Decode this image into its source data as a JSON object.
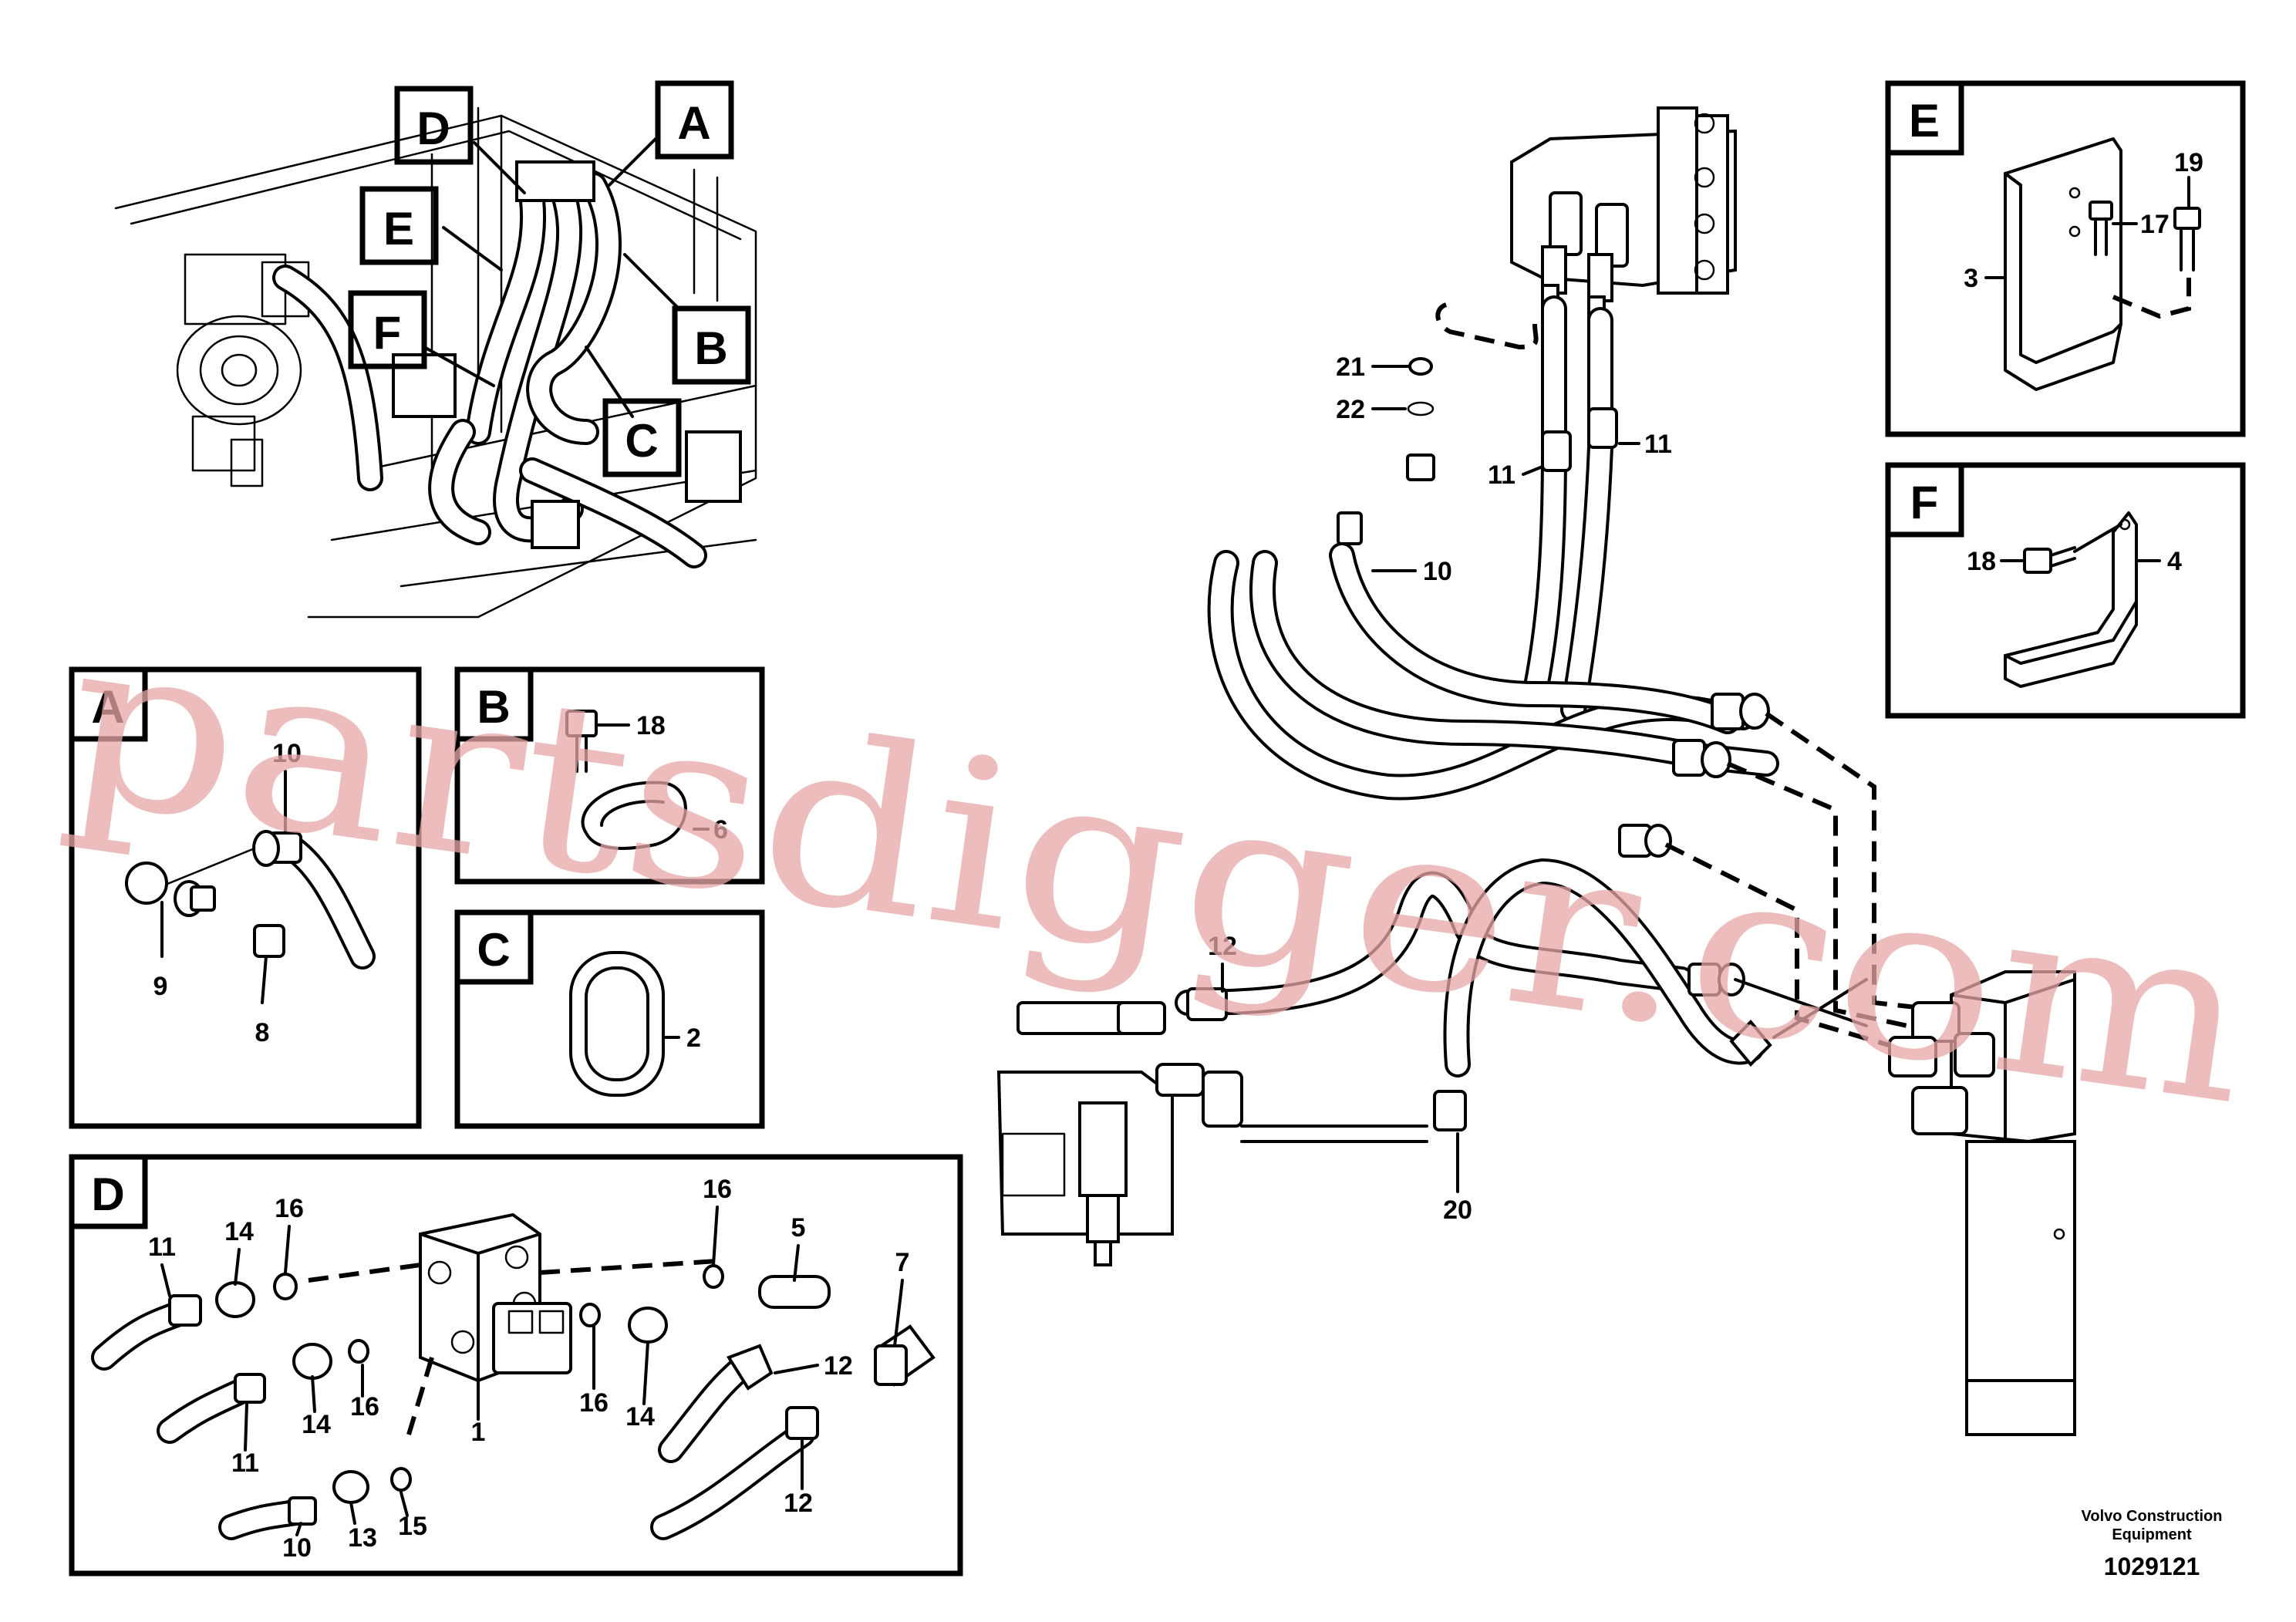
{
  "overview": {
    "callouts": [
      "D",
      "A",
      "E",
      "B",
      "F",
      "C"
    ]
  },
  "detail_A": {
    "letter": "A",
    "items": [
      "10",
      "9",
      "8"
    ]
  },
  "detail_B": {
    "letter": "B",
    "items": [
      "18",
      "6"
    ]
  },
  "detail_C": {
    "letter": "C",
    "items": [
      "2"
    ]
  },
  "detail_D": {
    "letter": "D",
    "items": [
      "11",
      "14",
      "16",
      "16",
      "5",
      "7",
      "12",
      "16",
      "16",
      "14",
      "1",
      "14",
      "11",
      "13",
      "15",
      "12",
      "10"
    ]
  },
  "detail_E": {
    "letter": "E",
    "items": [
      "19",
      "17",
      "3"
    ]
  },
  "detail_F": {
    "letter": "F",
    "items": [
      "18",
      "4"
    ]
  },
  "main": {
    "items": [
      "21",
      "22",
      "11",
      "11",
      "10",
      "12",
      "20"
    ]
  },
  "watermark": "partsdigger.com",
  "footer": {
    "company_line1": "Volvo Construction",
    "company_line2": "Equipment",
    "figure_number": "1029121"
  },
  "colors": {
    "line": "#000000",
    "watermark": "#e8a8a8",
    "background": "#ffffff"
  }
}
